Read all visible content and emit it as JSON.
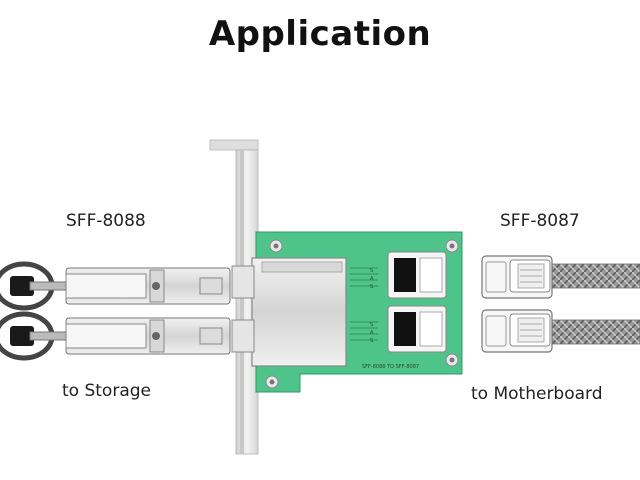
{
  "title": "Application",
  "labels": {
    "left_connector": "SFF-8088",
    "right_connector": "SFF-8087",
    "left_caption": "to Storage",
    "right_caption": "to Motherboard"
  },
  "board": {
    "silkscreen": "SFF-8088 TO SFF-8087",
    "port_marks": [
      "S",
      "A",
      "S"
    ]
  },
  "colors": {
    "pcb": "#4fc48a",
    "bracket": "#e4e4e4",
    "cable_braid": "#8a8a8a",
    "connector_black": "#1a1a1a"
  }
}
